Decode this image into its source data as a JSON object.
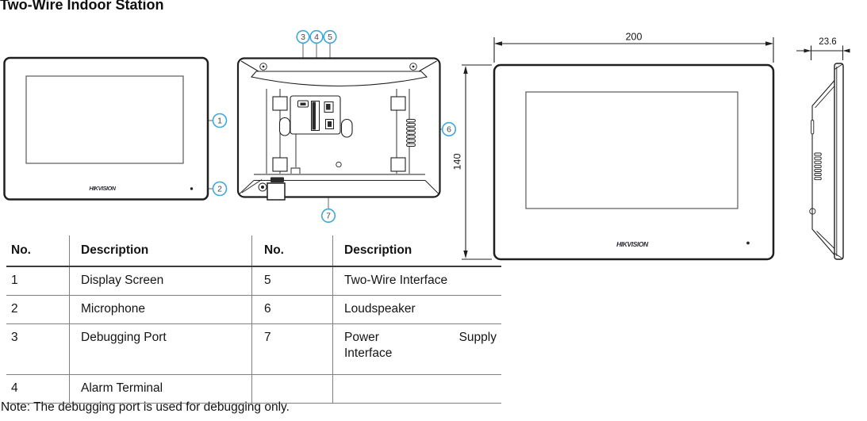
{
  "title": "Two-Wire Indoor Station",
  "brand": "HIKVISION",
  "note": "Note: The debugging port is used for debugging only.",
  "callouts": [
    "1",
    "2",
    "3",
    "4",
    "5",
    "6",
    "7"
  ],
  "dims": {
    "width": "200",
    "height": "140",
    "depth": "23.6"
  },
  "table": {
    "headers": [
      "No.",
      "Description",
      "No.",
      "Description"
    ],
    "rows": [
      [
        "1",
        "Display Screen",
        "5",
        "Two-Wire Interface"
      ],
      [
        "2",
        "Microphone",
        "6",
        "Loudspeaker"
      ],
      [
        "3",
        "Debugging Port",
        "7",
        "Power Supply Interface"
      ],
      [
        "4",
        "Alarm Terminal",
        "",
        ""
      ]
    ],
    "power_supply_cell_lines": {
      "l1a": "Power",
      "l1b": "Supply",
      "l2": "Interface"
    }
  },
  "icons": [
    "callout-circle",
    "screw",
    "microphone-dot",
    "speaker-grille",
    "dimension-arrow"
  ],
  "colors": {
    "callout_blue": "#3fa8dc",
    "leader_gray": "#808080",
    "line_black": "#1f1f1f"
  }
}
